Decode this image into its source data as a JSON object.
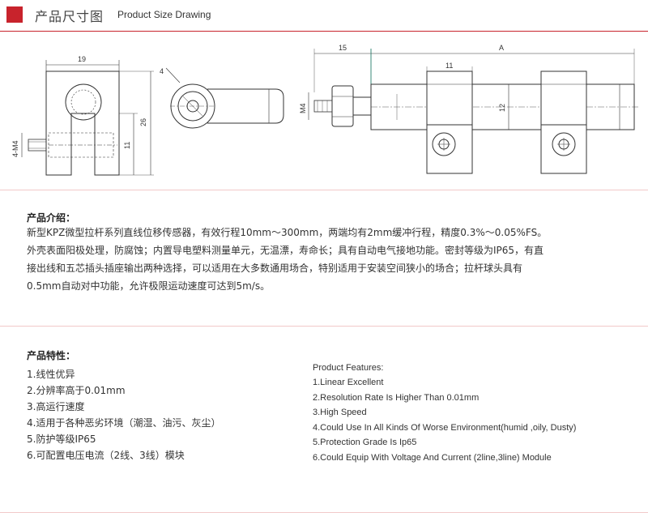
{
  "header": {
    "title_cn": "产品尺寸图",
    "title_en": "Product Size Drawing",
    "accent_color": "#c8232c"
  },
  "drawing": {
    "dims": {
      "d19": "19",
      "d26": "26",
      "d11_side": "11",
      "d4m4": "4-M4",
      "d4": "4",
      "d15": "15",
      "dA": "A",
      "d11_top": "11",
      "d12": "12",
      "dM4": "M4"
    }
  },
  "intro": {
    "heading": "产品介绍：",
    "lines": [
      "新型KPZ微型拉杆系列直线位移传感器，有效行程10mm～300mm，两端均有2mm缓冲行程，精度0.3%～0.05%FS。",
      "外壳表面阳极处理，防腐蚀；内置导电塑料测量单元，无温漂，寿命长；具有自动电气接地功能。密封等级为IP65，有直",
      "接出线和五芯插头插座输出两种选择，可以适用在大多数通用场合，特别适用于安装空间狭小的场合；拉杆球头具有",
      "0.5mm自动对中功能，允许极限运动速度可达到5m/s。"
    ]
  },
  "features": {
    "heading_cn": "产品特性：",
    "items_cn": [
      "1.线性优异",
      "2.分辨率高于0.01mm",
      "3.高运行速度",
      "4.适用于各种恶劣环境（潮湿、油污、灰尘）",
      "5.防护等级IP65",
      "6.可配置电压电流（2线、3线）模块"
    ],
    "heading_en": "Product Features:",
    "items_en": [
      "1.Linear Excellent",
      "2.Resolution Rate Is Higher Than 0.01mm",
      "3.High Speed",
      "4.Could Use In All Kinds Of Worse Environment(humid ,oily, Dusty)",
      "5.Protection Grade Is Ip65",
      "6.Could Equip With Voltage And Current (2line,3line) Module"
    ]
  }
}
